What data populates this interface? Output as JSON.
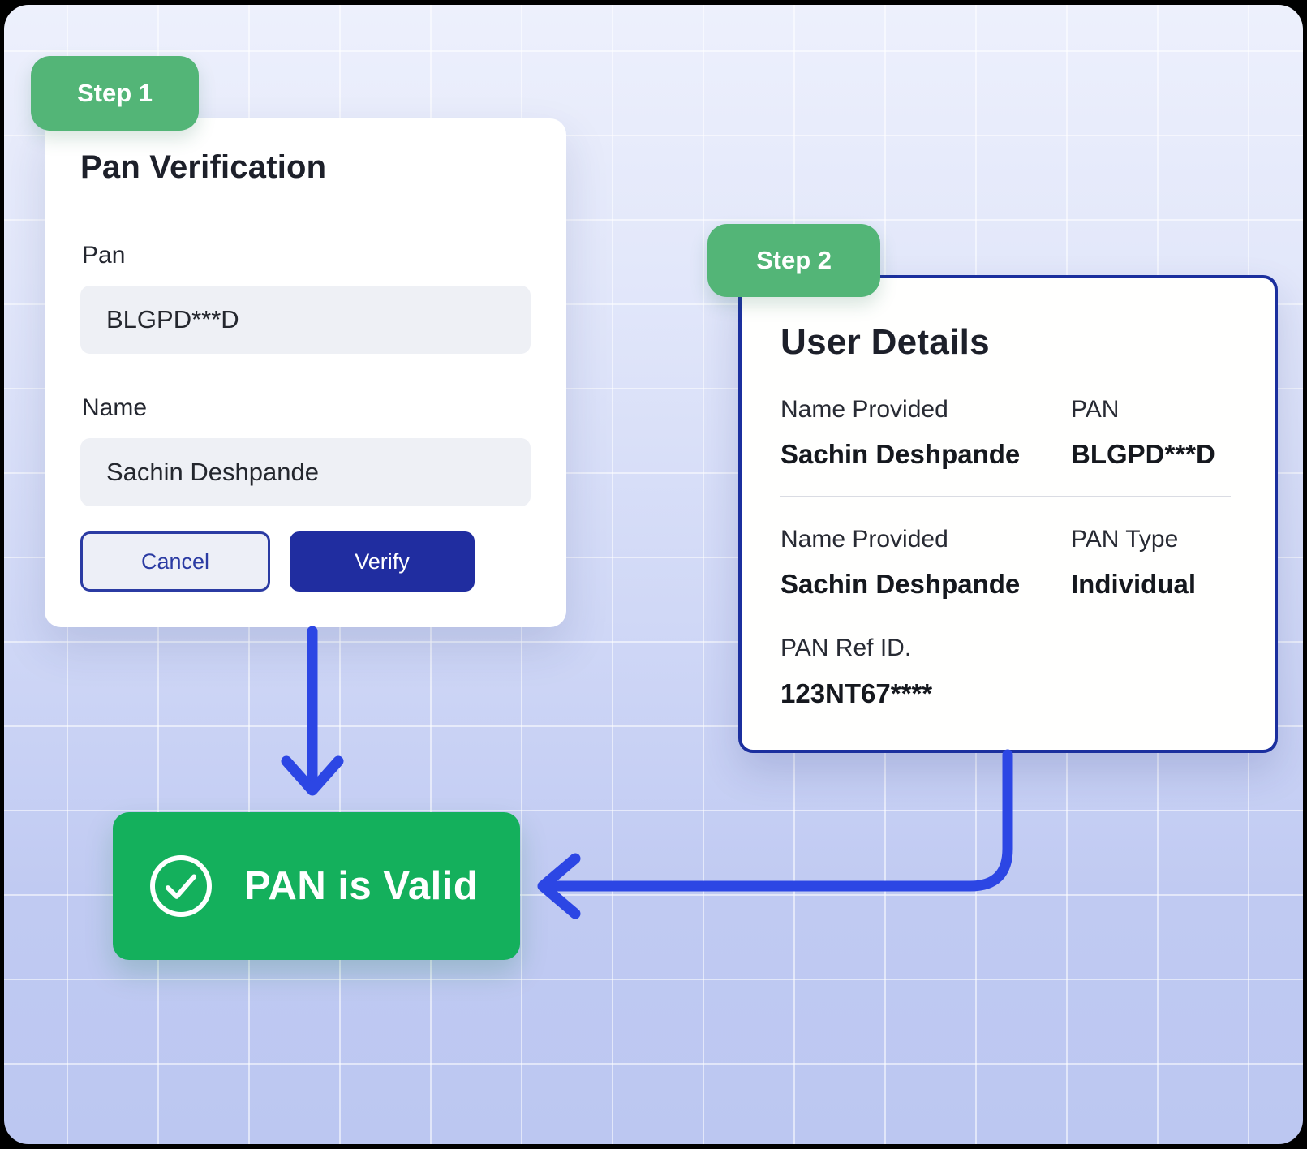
{
  "canvas": {
    "background_top": "#edf0fc",
    "background_bottom": "#bcc7f1",
    "grid_line_color": "rgba(255,255,255,0.55)"
  },
  "colors": {
    "step_badge_green": "#53b577",
    "result_green": "#14b05c",
    "verify_navy": "#202da0",
    "card2_border_navy": "#1b2f9e",
    "arrow_blue": "#2c46e4"
  },
  "step1": {
    "badge_label": "Step 1",
    "card": {
      "title": "Pan Verification",
      "pan_field": {
        "label": "Pan",
        "value": "BLGPD***D"
      },
      "name_field": {
        "label": "Name",
        "value": "Sachin Deshpande"
      },
      "cancel_label": "Cancel",
      "verify_label": "Verify"
    }
  },
  "step2": {
    "badge_label": "Step 2",
    "card": {
      "title": "User Details",
      "row1": {
        "label1": "Name Provided",
        "value1": "Sachin Deshpande",
        "label2": "PAN",
        "value2": "BLGPD***D"
      },
      "row2": {
        "label1": "Name Provided",
        "value1": "Sachin Deshpande",
        "label2": "PAN Type",
        "value2": "Individual"
      },
      "ref": {
        "label": "PAN Ref ID.",
        "value": "123NT67****"
      }
    }
  },
  "result": {
    "label": "PAN is Valid",
    "icon": "check-circle-icon"
  }
}
